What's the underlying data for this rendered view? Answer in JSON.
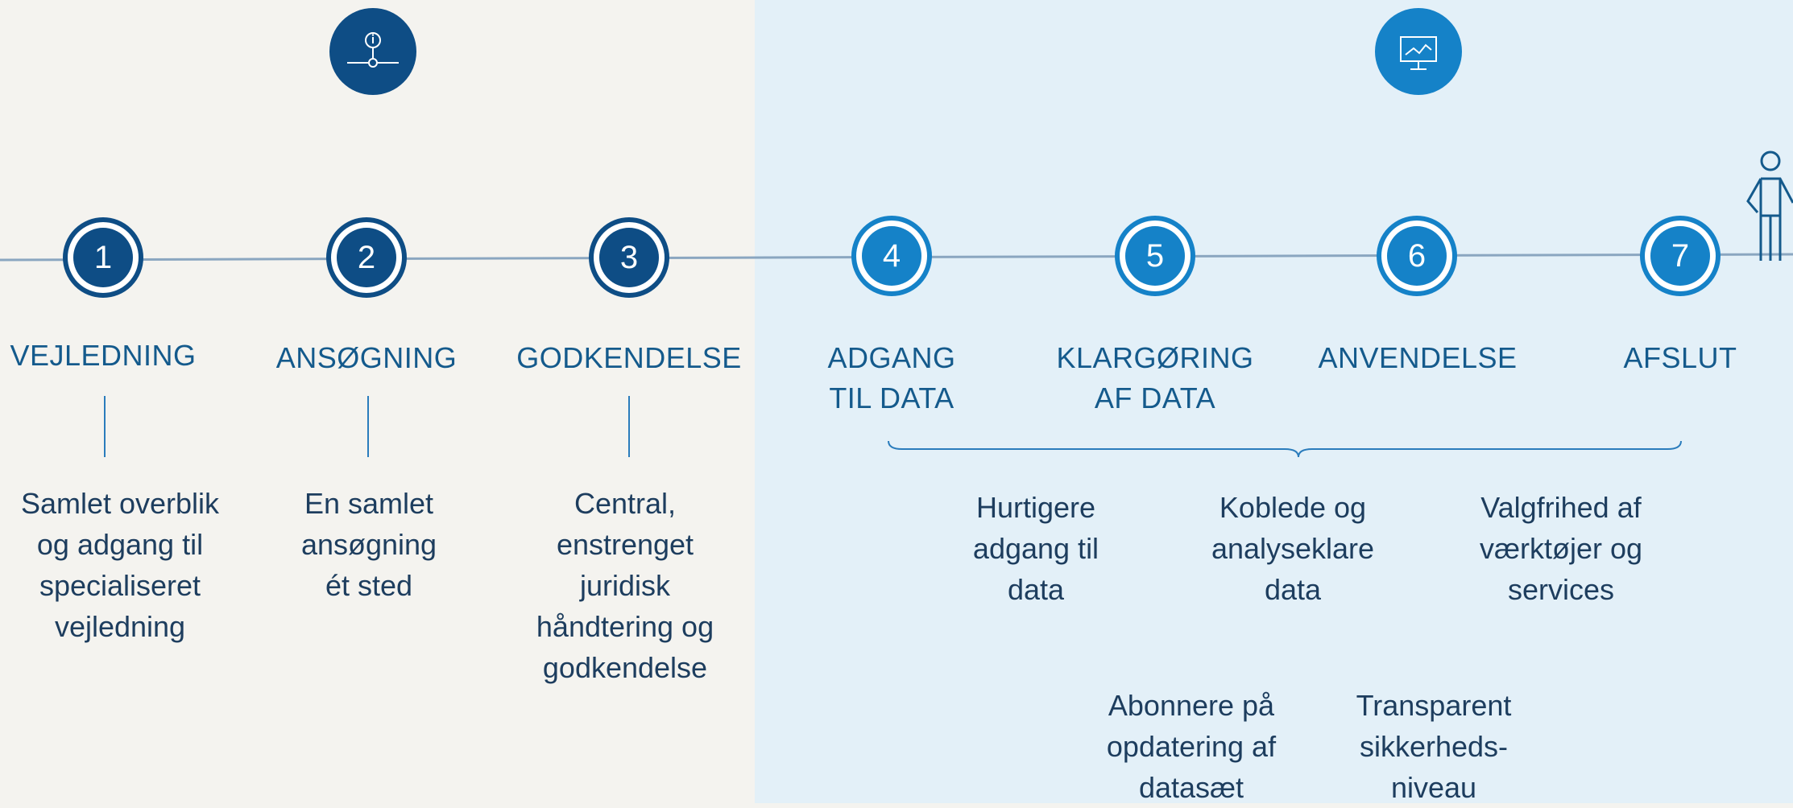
{
  "colors": {
    "left_bg": "#f4f3ef",
    "right_bg": "#e3f0f8",
    "dark_step": "#0e4d85",
    "light_step": "#1582c8",
    "label": "#145a8c",
    "text": "#1d3d5e"
  },
  "icons": {
    "left": "info-network-icon",
    "right": "monitor-chart-icon",
    "figure": "person-icon"
  },
  "steps": [
    {
      "number": "1",
      "label_lines": [
        "VEJLEDNING"
      ],
      "desc_lines": [
        "Samlet overblik",
        "og adgang til",
        "specialiseret",
        "vejledning"
      ]
    },
    {
      "number": "2",
      "label_lines": [
        "ANSØGNING"
      ],
      "desc_lines": [
        "En samlet",
        "ansøgning",
        "ét sted"
      ]
    },
    {
      "number": "3",
      "label_lines": [
        "GODKENDELSE"
      ],
      "desc_lines": [
        "Central,",
        "enstrenget",
        "juridisk",
        "håndtering og",
        "godkendelse"
      ]
    },
    {
      "number": "4",
      "label_lines": [
        "ADGANG",
        "TIL DATA"
      ]
    },
    {
      "number": "5",
      "label_lines": [
        "KLARGØRING",
        "AF DATA"
      ]
    },
    {
      "number": "6",
      "label_lines": [
        "ANVENDELSE"
      ]
    },
    {
      "number": "7",
      "label_lines": [
        "AFSLUT"
      ]
    }
  ],
  "benefits": [
    {
      "lines": [
        "Hurtigere",
        "adgang til",
        "data"
      ]
    },
    {
      "lines": [
        "Koblede og",
        "analyseklare",
        "data"
      ]
    },
    {
      "lines": [
        "Valgfrihed af",
        "værktøjer og",
        "services"
      ]
    },
    {
      "lines": [
        "Abonnere på",
        "opdatering af",
        "datasæt"
      ]
    },
    {
      "lines": [
        "Transparent",
        "sikkerheds-",
        "niveau"
      ]
    }
  ]
}
